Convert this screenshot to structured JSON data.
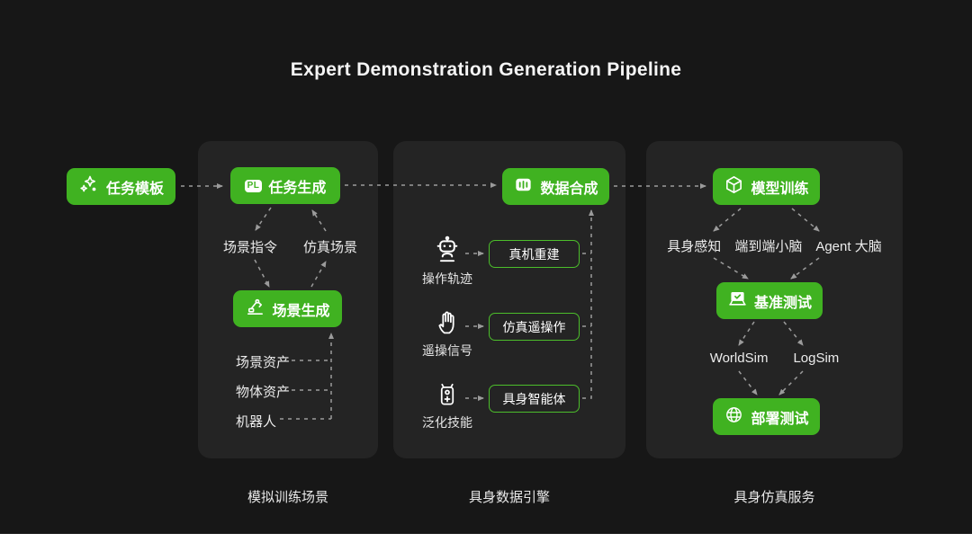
{
  "title": "Expert Demonstration Generation Pipeline",
  "colors": {
    "accent_green": "#40B221",
    "box_border_green": "#4CBE2B",
    "panel_bg": "#242424",
    "page_bg": "#171717",
    "arrow_gray": "#9B9B9B"
  },
  "source": {
    "label": "任务模板",
    "icon": "sparkles-icon"
  },
  "panel1": {
    "caption": "模拟训练场景",
    "task_gen": {
      "label": "任务生成",
      "badge": "PL",
      "icon": "pl-badge-icon"
    },
    "scene_cmd": "场景指令",
    "sim_scene": "仿真场景",
    "scene_gen": {
      "label": "场景生成",
      "icon": "robot-arm-icon"
    },
    "assets": [
      "场景资产",
      "物体资产",
      "机器人"
    ]
  },
  "panel2": {
    "caption": "具身数据引擎",
    "data_syn": {
      "label": "数据合成",
      "icon": "data-levels-icon"
    },
    "rows": [
      {
        "icon": "robot-icon",
        "source_label": "操作轨迹",
        "box_label": "真机重建"
      },
      {
        "icon": "glove-icon",
        "source_label": "遥操信号",
        "box_label": "仿真遥操作"
      },
      {
        "icon": "controller-icon",
        "source_label": "泛化技能",
        "box_label": "具身智能体"
      }
    ]
  },
  "panel3": {
    "caption": "具身仿真服务",
    "model_train": {
      "label": "模型训练",
      "icon": "cube-icon"
    },
    "brains": [
      "具身感知",
      "端到端小脑",
      "Agent 大脑"
    ],
    "benchmark": {
      "label": "基准测试",
      "icon": "monitor-check-icon"
    },
    "sims": [
      "WorldSim",
      "LogSim"
    ],
    "deploy": {
      "label": "部署测试",
      "icon": "globe-icon"
    }
  }
}
